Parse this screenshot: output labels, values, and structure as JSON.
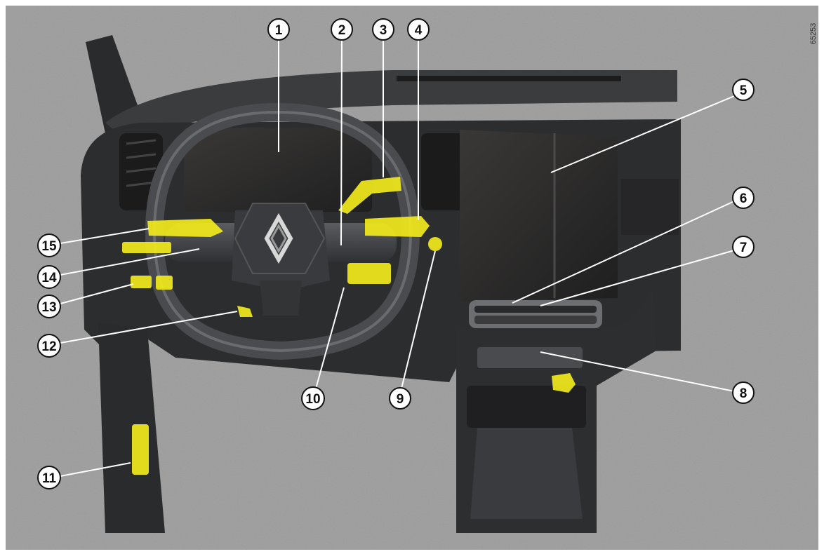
{
  "reference_code": "65253",
  "colors": {
    "background_gray": "#9b9b9b",
    "dashboard": "#2d2e30",
    "highlight_yellow": "#f2ea1c",
    "callout_circle": "#ffffff",
    "leader_line": "#ffffff"
  },
  "callouts": [
    "1",
    "2",
    "3",
    "4",
    "5",
    "6",
    "7",
    "8",
    "9",
    "10",
    "11",
    "12",
    "13",
    "14",
    "15"
  ]
}
